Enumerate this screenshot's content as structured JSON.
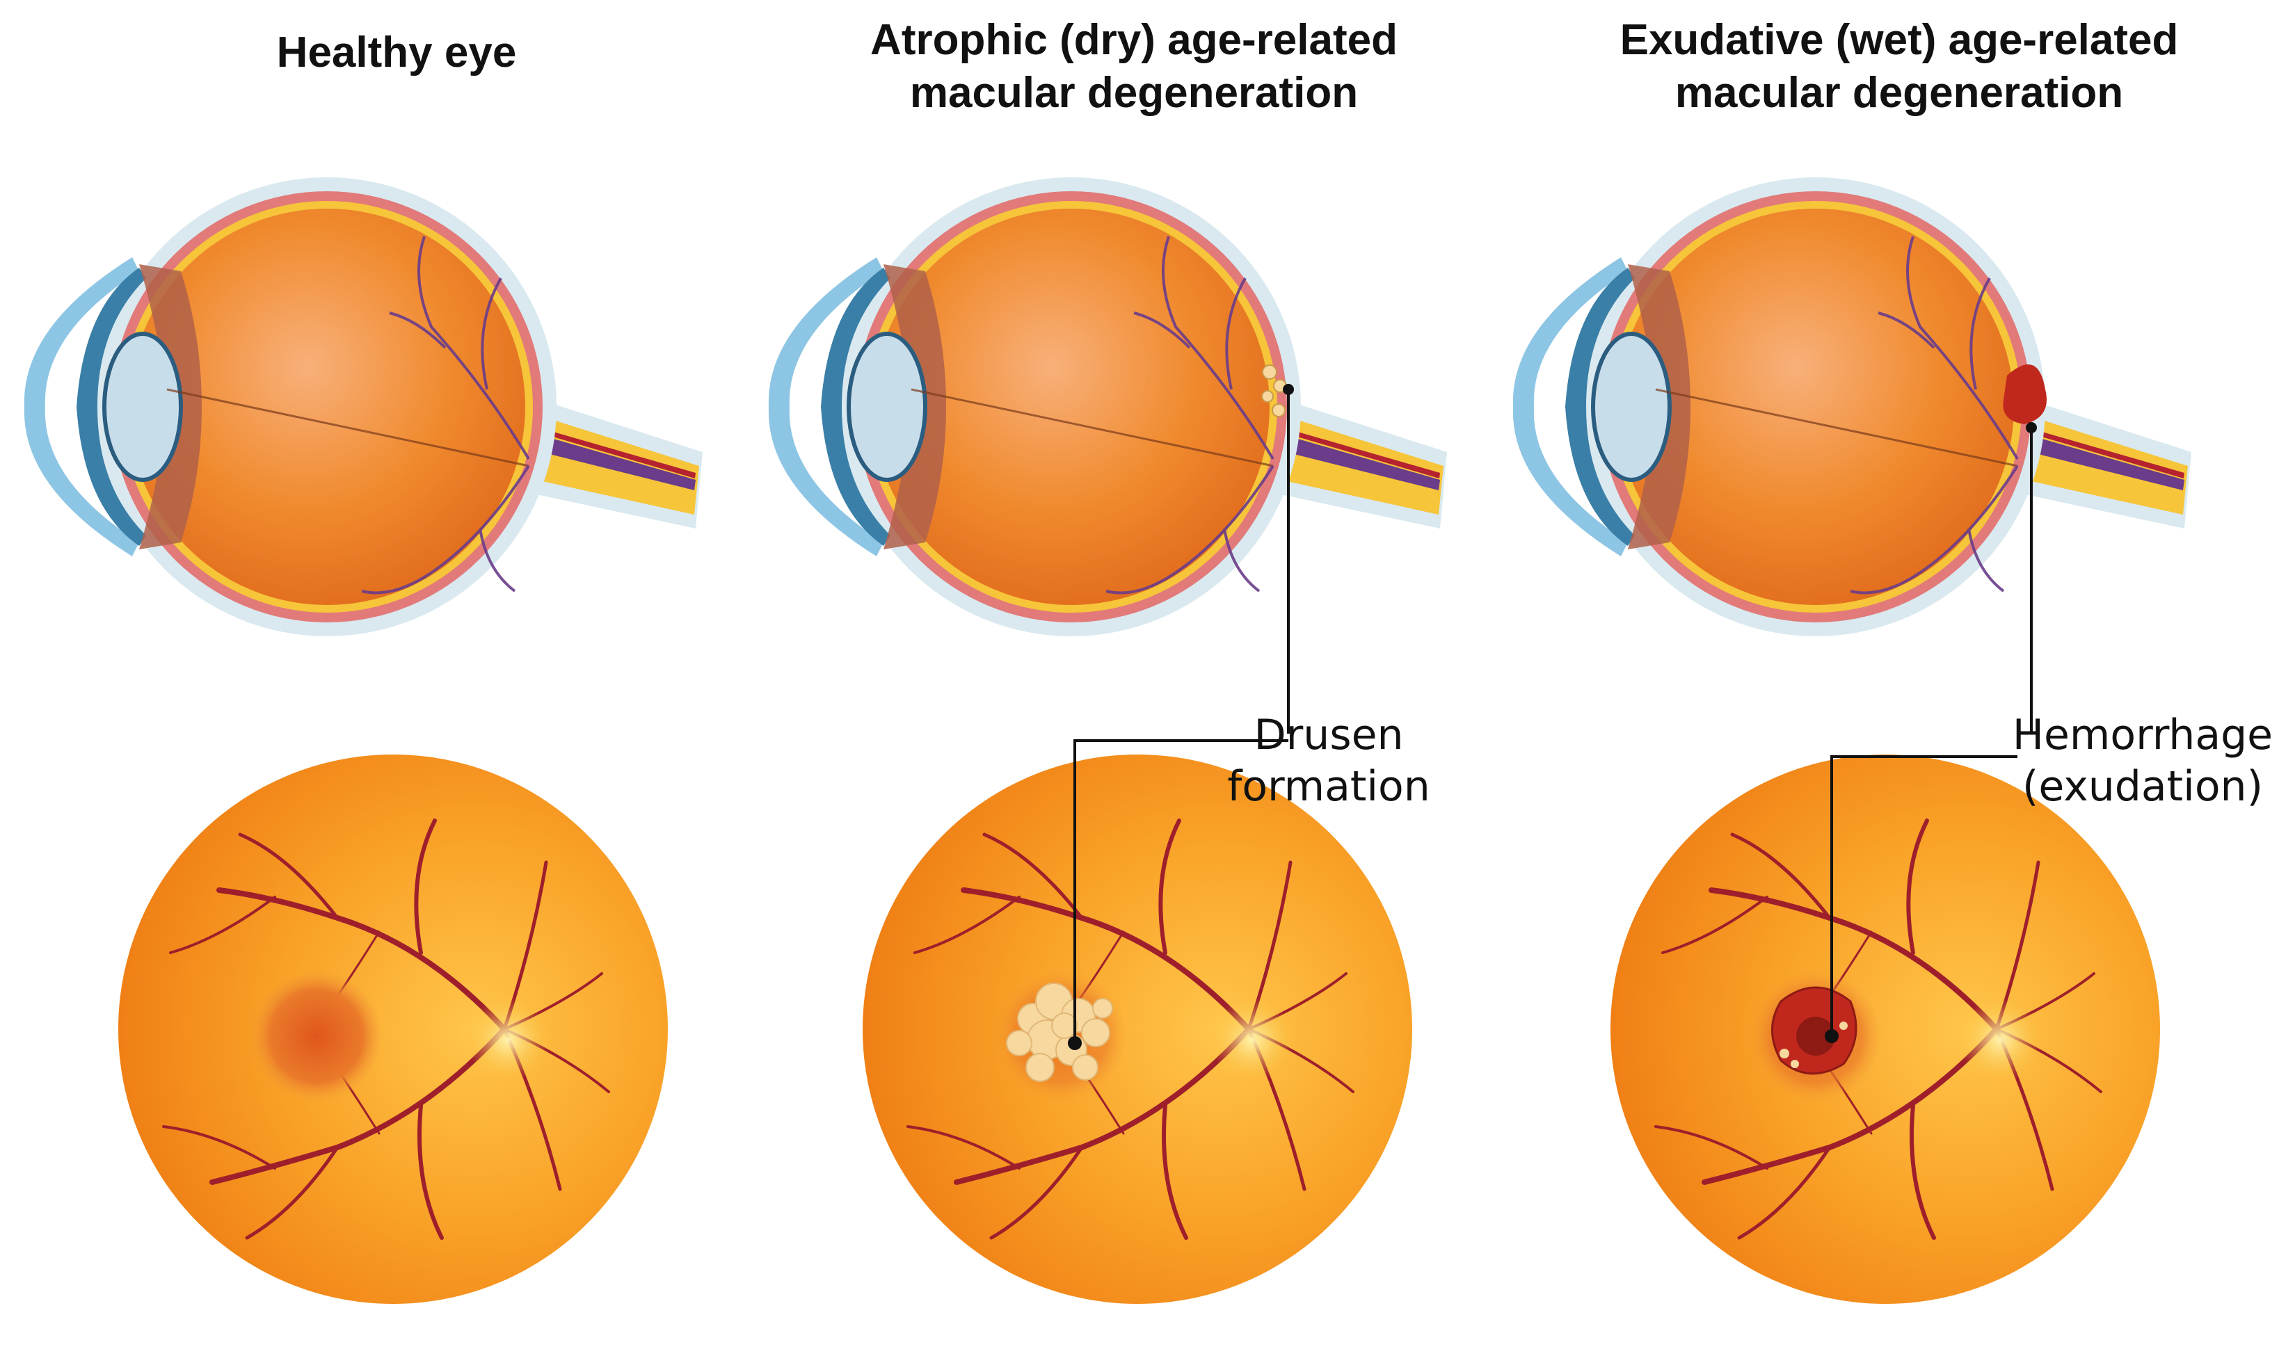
{
  "panels": [
    {
      "title": "Healthy eye"
    },
    {
      "title_line1": "Atrophic (dry) age-related",
      "title_line2": "macular degeneration"
    },
    {
      "title_line1": "Exudative (wet) age-related",
      "title_line2": "macular degeneration"
    }
  ],
  "callouts": {
    "drusen": {
      "line1": "Drusen",
      "line2": "formation"
    },
    "hemorrhage": {
      "line1": "Hemorrhage",
      "line2": "(exudation)"
    }
  },
  "colors": {
    "eyeball": "#F08A2E",
    "sclera": "#D9E9EF",
    "choroid": "#E27A7A",
    "retina_band": "#F6C53A",
    "vessel": "#9E1F2B",
    "lens": "#C8DDEA",
    "cornea": "#8DC6E4",
    "drusen": "#F7D9A0",
    "hemorrhage": "#C0281E"
  }
}
